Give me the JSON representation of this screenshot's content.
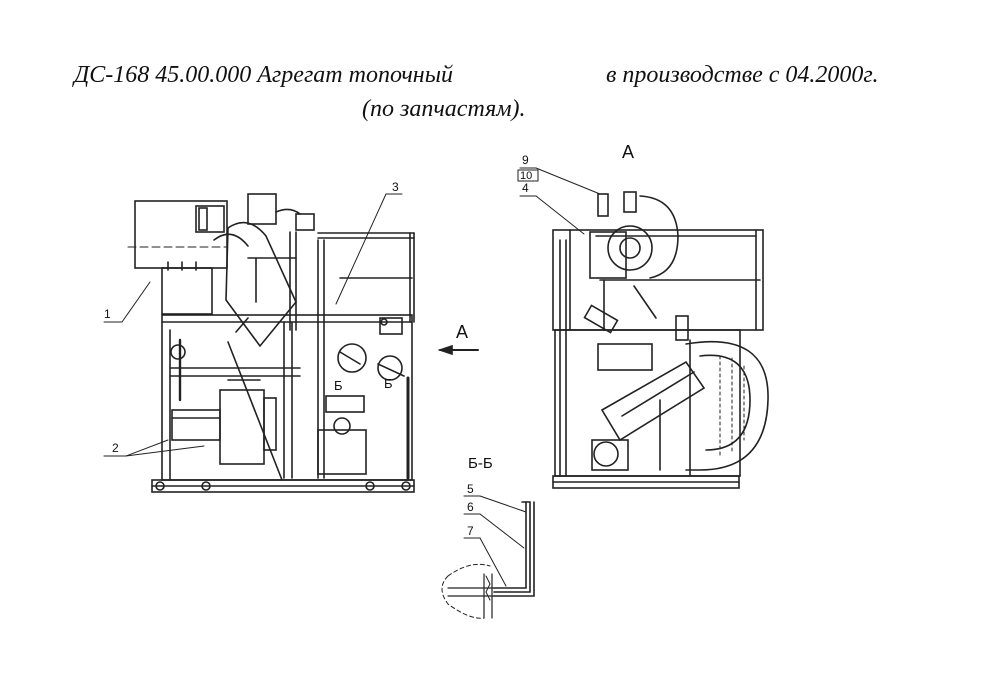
{
  "title": {
    "left": "ДС-168 45.00.000 Агрегат топочный",
    "right": "в производстве с 04.2000г.",
    "sub": "(по запчастям)."
  },
  "views": {
    "view_a_label": "А",
    "arrow_label": "А",
    "section_label": "Б-Б",
    "section_mark": "Б"
  },
  "callouts": [
    "1",
    "2",
    "3",
    "4",
    "5",
    "6",
    "7",
    "9",
    "10"
  ]
}
